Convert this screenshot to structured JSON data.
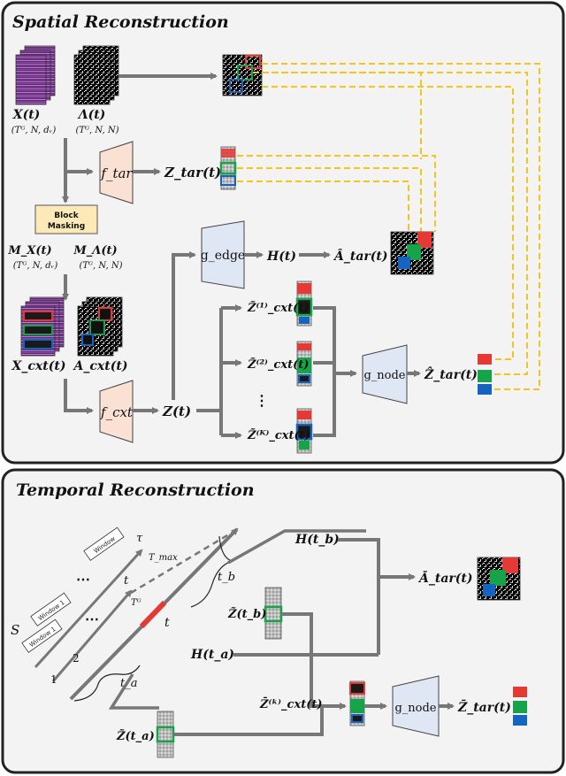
{
  "spatial": {
    "title": "Spatial Reconstruction",
    "x_t": "X(t)",
    "x_t_dim": "(Tᴳ, N, dᵥ)",
    "lambda_t": "Λ(t)",
    "lambda_t_dim": "(Tᴳ, N, N)",
    "f_tar": "f_tar",
    "z_tar": "Z_tar(t)",
    "block_masking": [
      "Block",
      "Masking"
    ],
    "m_x": "M_X(t)",
    "m_x_dim": "(Tᴳ, N, dᵥ)",
    "m_lambda": "M_Λ(t)",
    "m_lambda_dim": "(Tᴳ, N, N)",
    "g_edge": "g_edge",
    "h_t": "H(t)",
    "a_tar_hat": "Â_tar(t)",
    "x_cxt": "X_cxt(t)",
    "a_cxt": "A_cxt(t)",
    "f_cxt": "f_cxt",
    "z_t": "Z(t)",
    "z_cxt_1": "Z̃⁽¹⁾_cxt(t)",
    "z_cxt_2": "Z̃⁽²⁾_cxt(t)",
    "z_cxt_k": "Z̃⁽ᴷ⁾_cxt(t)",
    "dots": "⋮",
    "g_node": "g_node",
    "z_tar_hat": "Ẑ_tar(t)"
  },
  "temporal": {
    "title": "Temporal Reconstruction",
    "window": "Window 1",
    "window_top": "Window",
    "s": "S",
    "tau": "τ",
    "t_max": "T_max",
    "t_small": "t",
    "t_g": "Tᴳ",
    "t_mark": "t",
    "num_1": "1",
    "num_2": "2",
    "t_a": "t_a",
    "t_b": "t_b",
    "h_tb": "H(t_b)",
    "h_ta": "H(t_a)",
    "z_tb": "Z̃(t_b)",
    "z_ta": "Z̃(t_a)",
    "a_tar_bar": "Ā_tar(t)",
    "z_cxt_k": "Z̄⁽ᵏ⁾_cxt(t)",
    "g_node": "g_node",
    "z_tar_bar": "Z̄_tar(t)"
  },
  "colors": {
    "arrow": "#777777",
    "dashed": "#f5c518",
    "red": "#e53935",
    "green": "#16a34a",
    "blue": "#1565c0",
    "f_box": "#fbe0d4",
    "g_box": "#dfe6f4",
    "mask_box": "#fbe9b8",
    "temporal_line": "#e53935"
  }
}
